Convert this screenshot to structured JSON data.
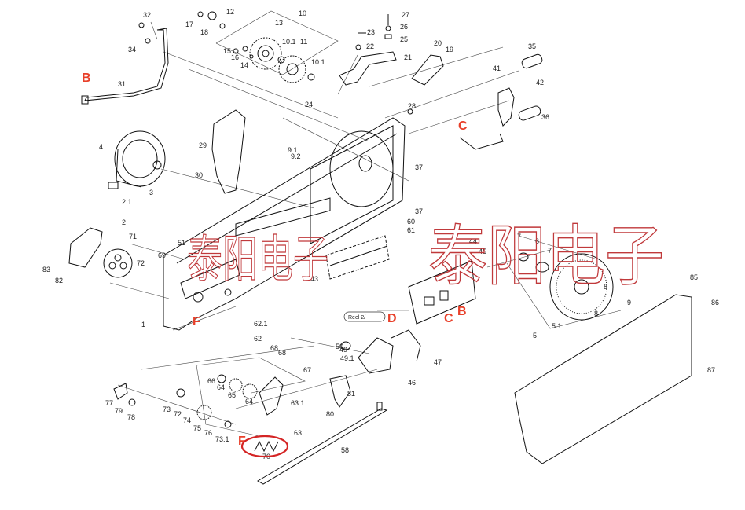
{
  "colors": {
    "line": "#111111",
    "callout": "#e8402a",
    "watermark": "#c0393b",
    "highlight": "#d42424"
  },
  "watermark": {
    "text_large": "泰阳电子",
    "text_small": "泰阳电子"
  },
  "callouts": {
    "b1": "B",
    "c1": "C",
    "b2": "B",
    "c2": "C",
    "d": "D",
    "f1": "F",
    "f2": "F"
  },
  "tag_label": "Reel 2/",
  "parts": [
    {
      "id": "p32",
      "label": "32"
    },
    {
      "id": "p17",
      "label": "17"
    },
    {
      "id": "p18",
      "label": "18"
    },
    {
      "id": "p12",
      "label": "12"
    },
    {
      "id": "p10",
      "label": "10"
    },
    {
      "id": "p27",
      "label": "27"
    },
    {
      "id": "p26",
      "label": "26"
    },
    {
      "id": "p25",
      "label": "25"
    },
    {
      "id": "p13",
      "label": "13"
    },
    {
      "id": "p23",
      "label": "23"
    },
    {
      "id": "p22",
      "label": "22"
    },
    {
      "id": "p21",
      "label": "21"
    },
    {
      "id": "p20",
      "label": "20"
    },
    {
      "id": "p19",
      "label": "19"
    },
    {
      "id": "p35",
      "label": "35"
    },
    {
      "id": "p42",
      "label": "42"
    },
    {
      "id": "p41",
      "label": "41"
    },
    {
      "id": "p34",
      "label": "34"
    },
    {
      "id": "p15",
      "label": "15"
    },
    {
      "id": "p16",
      "label": "16"
    },
    {
      "id": "p14",
      "label": "14"
    },
    {
      "id": "p101a",
      "label": "10.1"
    },
    {
      "id": "p11",
      "label": "11"
    },
    {
      "id": "p101b",
      "label": "10.1"
    },
    {
      "id": "p31",
      "label": "31"
    },
    {
      "id": "p24",
      "label": "24"
    },
    {
      "id": "p28",
      "label": "28"
    },
    {
      "id": "p36",
      "label": "36"
    },
    {
      "id": "p4",
      "label": "4"
    },
    {
      "id": "p91",
      "label": "9.1"
    },
    {
      "id": "p92",
      "label": "9.2"
    },
    {
      "id": "p29",
      "label": "29"
    },
    {
      "id": "p30",
      "label": "30"
    },
    {
      "id": "p37a",
      "label": "37"
    },
    {
      "id": "p3",
      "label": "3"
    },
    {
      "id": "p21b",
      "label": "2.1"
    },
    {
      "id": "p2",
      "label": "2"
    },
    {
      "id": "p37b",
      "label": "37"
    },
    {
      "id": "p60",
      "label": "60"
    },
    {
      "id": "p61",
      "label": "61"
    },
    {
      "id": "p71",
      "label": "71"
    },
    {
      "id": "p51",
      "label": "51"
    },
    {
      "id": "p44",
      "label": "44"
    },
    {
      "id": "p45",
      "label": "45"
    },
    {
      "id": "p7a",
      "label": "7"
    },
    {
      "id": "p6",
      "label": "6"
    },
    {
      "id": "p7b",
      "label": "7"
    },
    {
      "id": "p83",
      "label": "83"
    },
    {
      "id": "p72",
      "label": "72"
    },
    {
      "id": "p69",
      "label": "69"
    },
    {
      "id": "p82",
      "label": "82"
    },
    {
      "id": "p43",
      "label": "43"
    },
    {
      "id": "p8a",
      "label": "8"
    },
    {
      "id": "p8b",
      "label": "8"
    },
    {
      "id": "p85",
      "label": "85"
    },
    {
      "id": "p86",
      "label": "86"
    },
    {
      "id": "p9",
      "label": "9"
    },
    {
      "id": "p1",
      "label": "1"
    },
    {
      "id": "p621",
      "label": "62.1"
    },
    {
      "id": "p62",
      "label": "62"
    },
    {
      "id": "p51b",
      "label": "5.1"
    },
    {
      "id": "p5",
      "label": "5"
    },
    {
      "id": "p68a",
      "label": "68"
    },
    {
      "id": "p68b",
      "label": "68"
    },
    {
      "id": "p49",
      "label": "49"
    },
    {
      "id": "p50",
      "label": "50"
    },
    {
      "id": "p491",
      "label": "49.1"
    },
    {
      "id": "p47",
      "label": "47"
    },
    {
      "id": "p87",
      "label": "87"
    },
    {
      "id": "p66",
      "label": "66"
    },
    {
      "id": "p64a",
      "label": "64"
    },
    {
      "id": "p65",
      "label": "65"
    },
    {
      "id": "p64b",
      "label": "64"
    },
    {
      "id": "p67",
      "label": "67"
    },
    {
      "id": "p46",
      "label": "46"
    },
    {
      "id": "p77",
      "label": "77"
    },
    {
      "id": "p79",
      "label": "79"
    },
    {
      "id": "p78",
      "label": "78"
    },
    {
      "id": "p73",
      "label": "73"
    },
    {
      "id": "p72b",
      "label": "72"
    },
    {
      "id": "p74",
      "label": "74"
    },
    {
      "id": "p75",
      "label": "75"
    },
    {
      "id": "p76",
      "label": "76"
    },
    {
      "id": "p731",
      "label": "73.1"
    },
    {
      "id": "p631",
      "label": "63.1"
    },
    {
      "id": "p63",
      "label": "63"
    },
    {
      "id": "p81",
      "label": "81"
    },
    {
      "id": "p80",
      "label": "80"
    },
    {
      "id": "p70",
      "label": "70"
    },
    {
      "id": "p58",
      "label": "58"
    }
  ]
}
